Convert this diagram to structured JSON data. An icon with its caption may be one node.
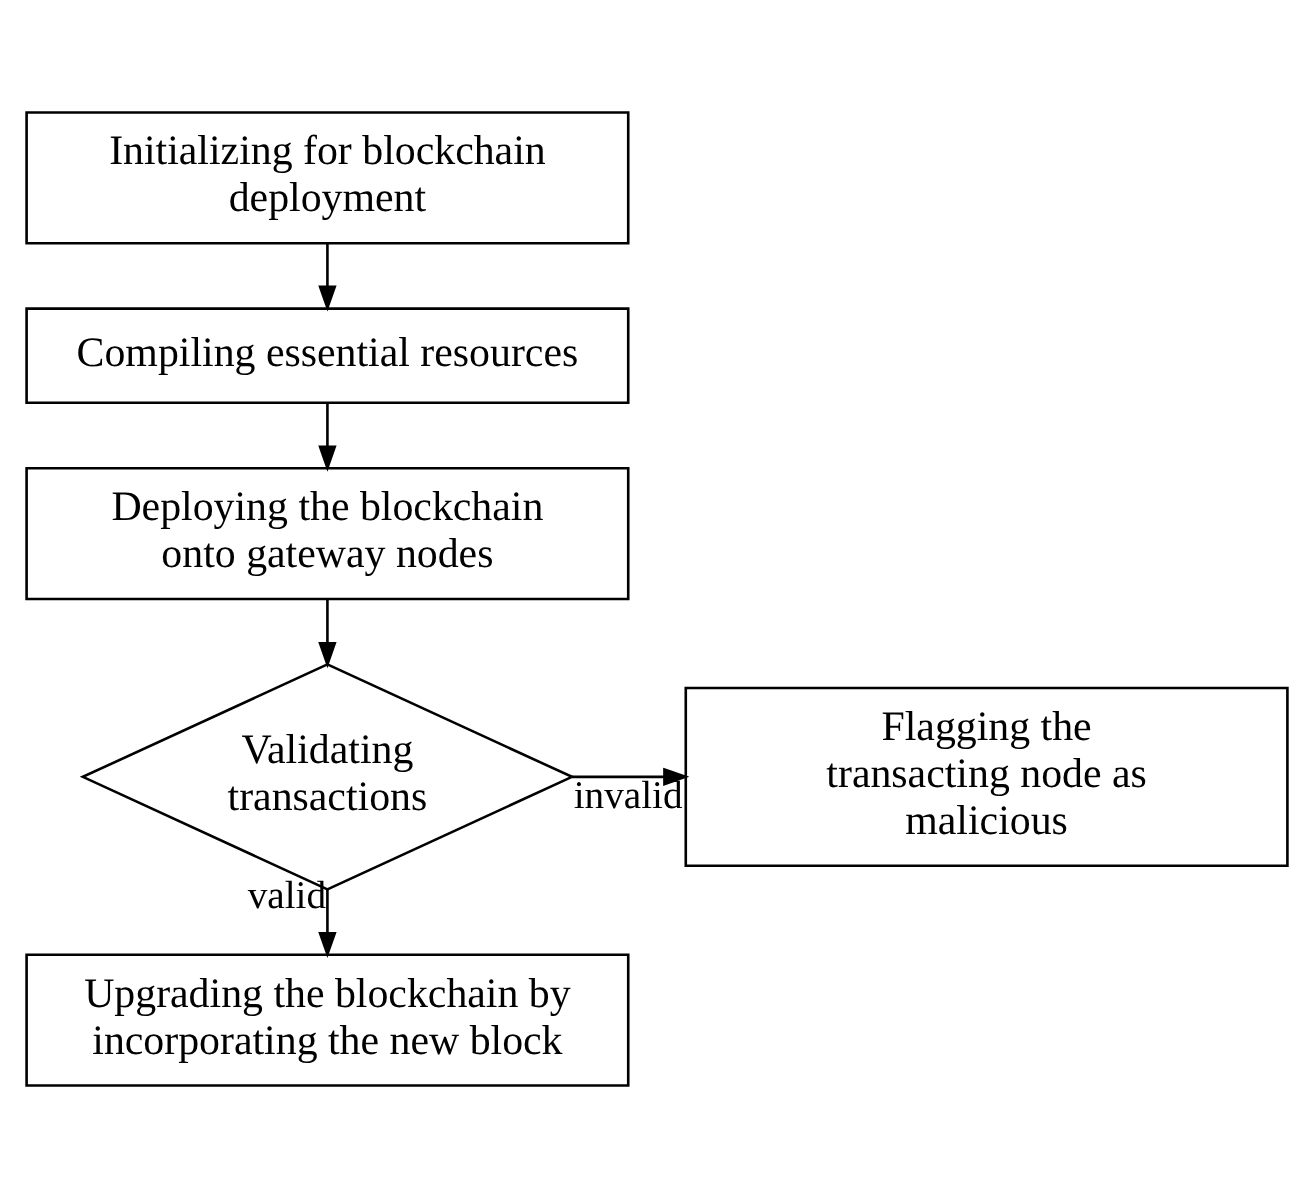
{
  "diagram": {
    "nodes": [
      {
        "text": [
          "Initializing for blockchain deployment"
        ]
      },
      {
        "text": [
          "Compiling essential resources"
        ]
      },
      {
        "text": [
          "Deploying the blockchain onto gateway nodes"
        ]
      },
      {
        "text": [
          "Validating transactions"
        ]
      },
      {
        "text": [
          "Flagging the transacting node as malicious"
        ]
      },
      {
        "text": [
          "Upgrading the blockchain by incorporating the new block"
        ]
      }
    ],
    "edges": [
      {
        "from": 0,
        "to": 1,
        "arrow": "to"
      },
      {
        "from": 1,
        "to": 2,
        "arrow": "to"
      },
      {
        "from": 2,
        "to": 3,
        "arrow": "to"
      },
      {
        "from": 3,
        "to": 4,
        "arrow": "to",
        "label": "invalid"
      },
      {
        "from": 3,
        "to": 5,
        "arrow": "to",
        "label": "valid"
      }
    ]
  }
}
